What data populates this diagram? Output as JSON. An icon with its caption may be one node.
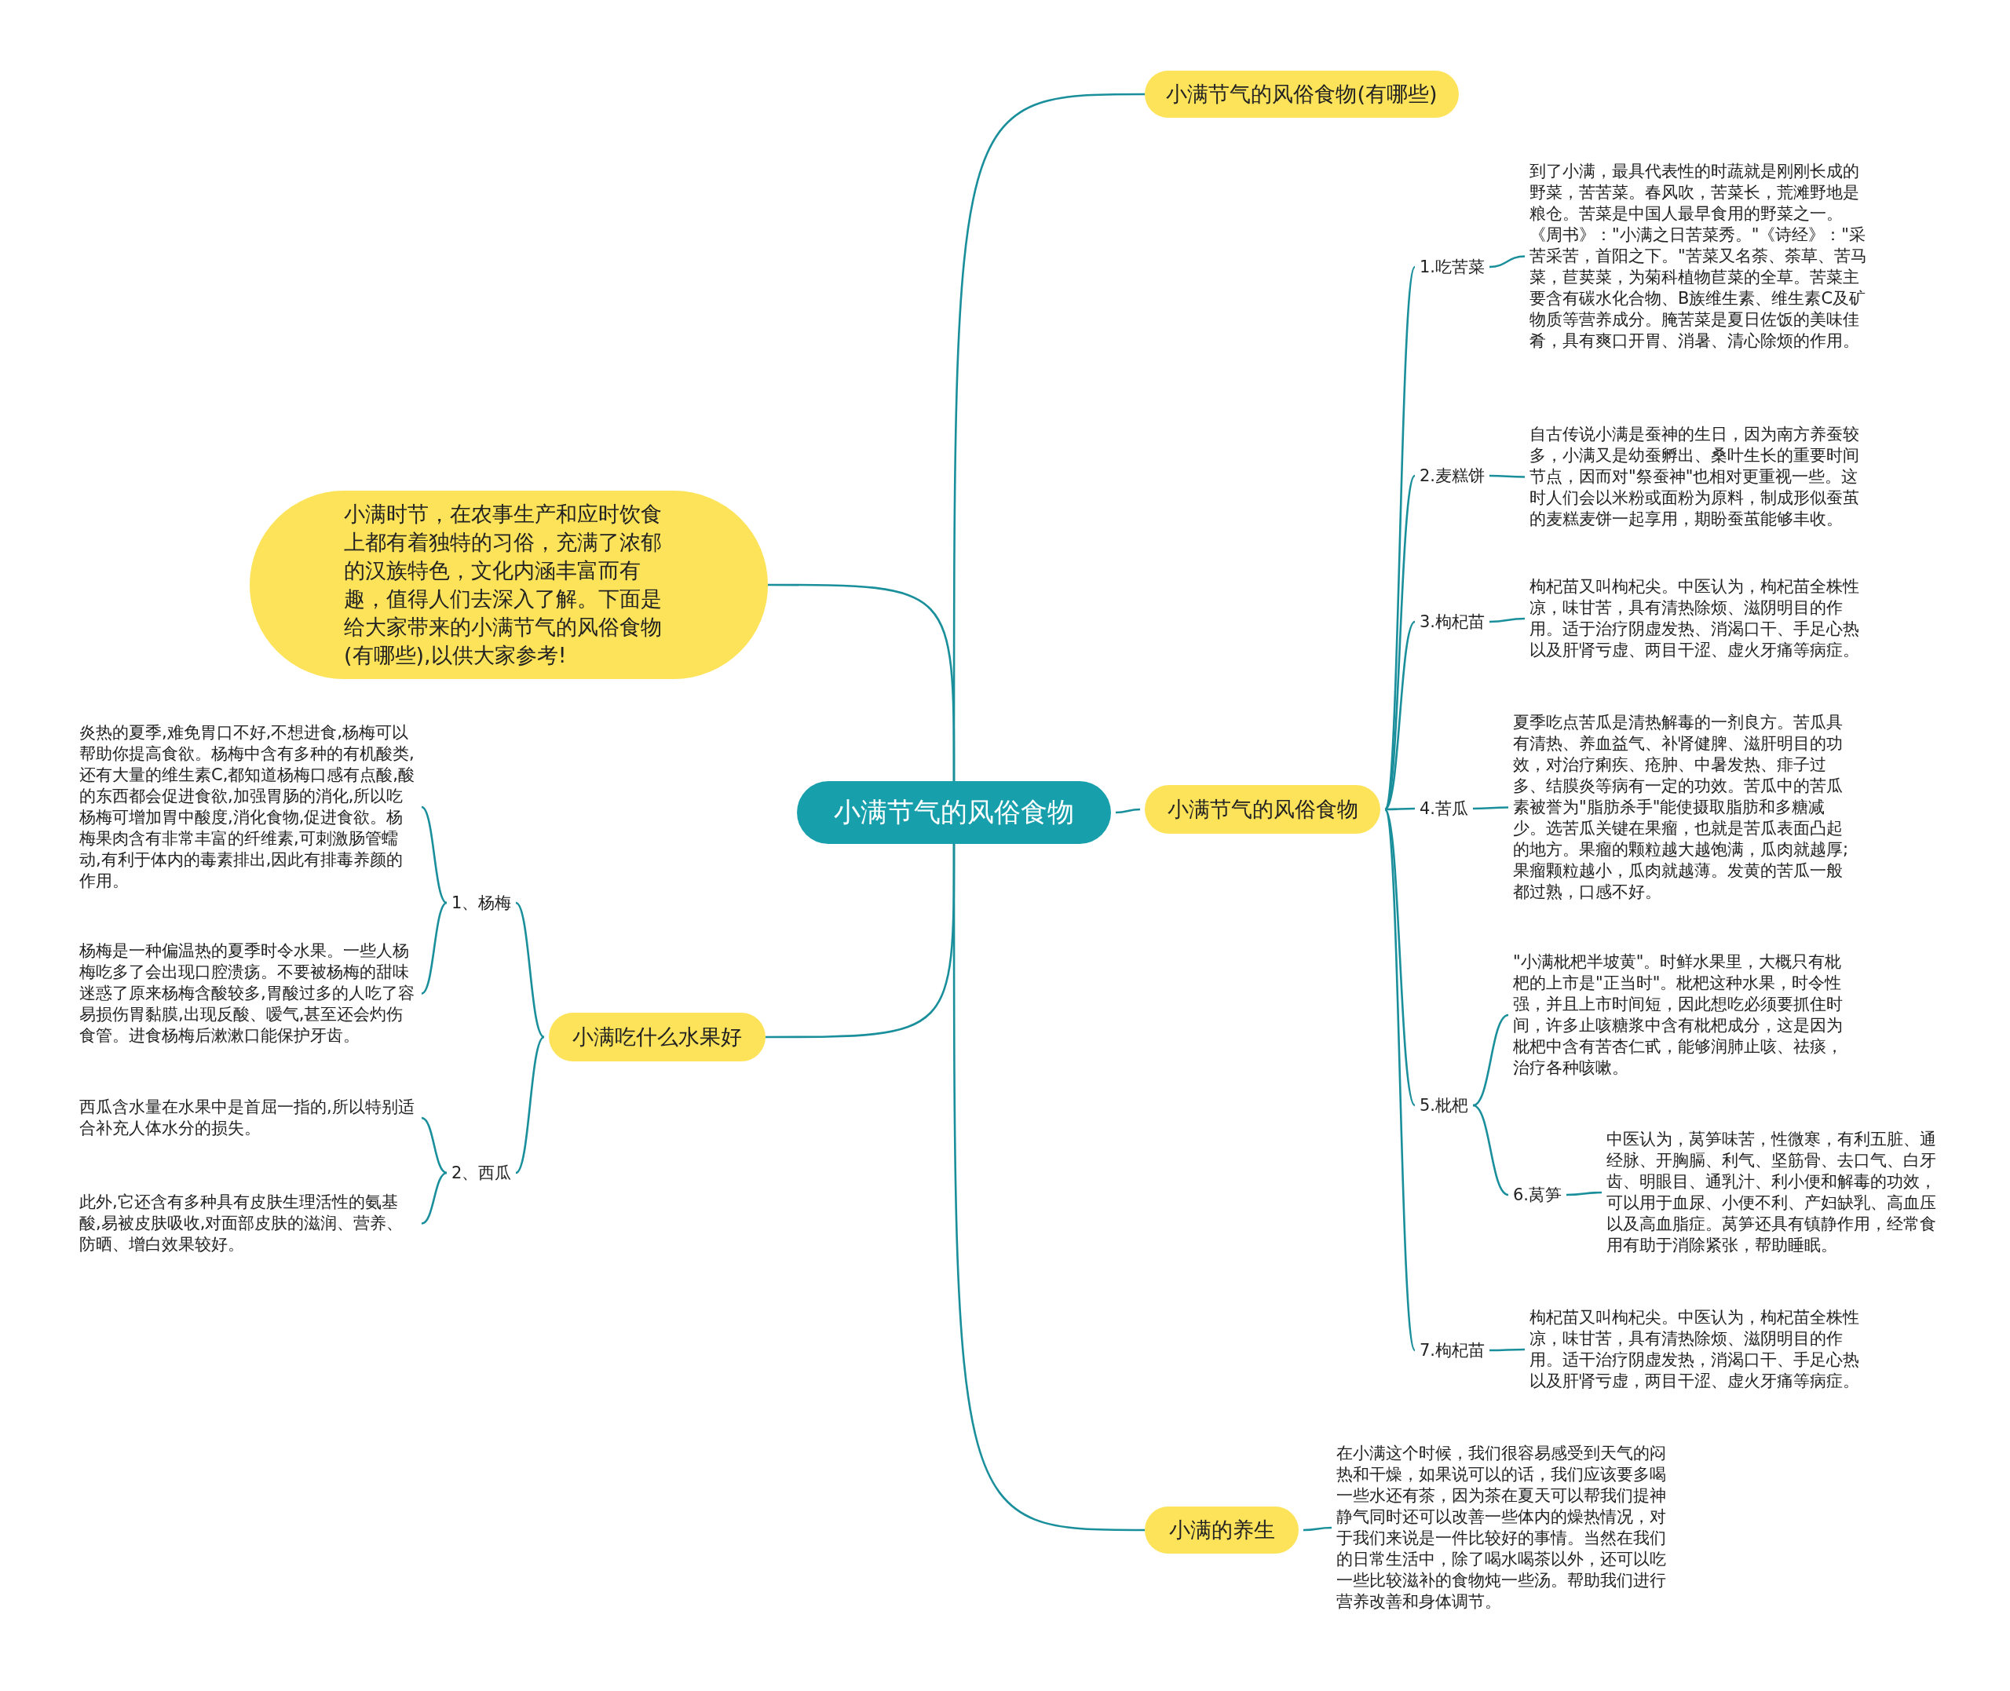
{
  "diagram": {
    "nodes": [
      {
        "text": [
          "小满节气的风俗食物"
        ]
      },
      {
        "text": [
          "小满节气的风俗食物(有哪些)"
        ]
      },
      {
        "text": [
          "小满时节，在农事生产和应时饮食上都有着独特的习俗，充满了浓郁的汉族特色，文化内涵丰富而有趣，值得人们去深入了解。下面是给大家带来的小满节气的风俗食物(有哪些),以供大家参考!"
        ]
      },
      {
        "text": [
          "小满节气的风俗食物"
        ]
      },
      {
        "text": [
          "1.吃苦菜"
        ]
      },
      {
        "text": [
          "到了小满，最具代表性的时蔬就是刚刚长成的野菜，苦苦菜。春风吹，苦菜长，荒滩野地是粮仓。苦菜是中国人最早食用的野菜之一。《周书》：\"小满之日苦菜秀。\"《诗经》：\"采苦采苦，首阳之下。\"苦菜又名荼、荼草、苦马菜，苣荬菜，为菊科植物苣菜的全草。苦菜主要含有碳水化合物、B族维生素、维生素C及矿物质等营养成分。腌苦菜是夏日佐饭的美味佳肴，具有爽口开胃、消暑、清心除烦的作用。"
        ]
      },
      {
        "text": [
          "2.麦糕饼"
        ]
      },
      {
        "text": [
          "自古传说小满是蚕神的生日，因为南方养蚕较多，小满又是幼蚕孵出、桑叶生长的重要时间节点，因而对\"祭蚕神\"也相对更重视一些。这时人们会以米粉或面粉为原料，制成形似蚕茧的麦糕麦饼一起享用，期盼蚕茧能够丰收。"
        ]
      },
      {
        "text": [
          "3.枸杞苗"
        ]
      },
      {
        "text": [
          "枸杞苗又叫枸杞尖。中医认为，枸杞苗全株性凉，味甘苦，具有清热除烦、滋阴明目的作用。适于治疗阴虚发热、消渴口干、手足心热以及肝肾亏虚、两目干涩、虚火牙痛等病症。"
        ]
      },
      {
        "text": [
          "4.苦瓜"
        ]
      },
      {
        "text": [
          "夏季吃点苦瓜是清热解毒的一剂良方。苦瓜具有清热、养血益气、补肾健脾、滋肝明目的功效，对治疗痢疾、疮肿、中暑发热、痱子过多、结膜炎等病有一定的功效。苦瓜中的苦瓜素被誉为\"脂肪杀手\"能使摄取脂肪和多糖减少。选苦瓜关键在果瘤，也就是苦瓜表面凸起的地方。果瘤的颗粒越大越饱满，瓜肉就越厚;果瘤颗粒越小，瓜肉就越薄。发黄的苦瓜一般都过熟，口感不好。"
        ]
      },
      {
        "text": [
          "5.枇杷"
        ]
      },
      {
        "text": [
          "\"小满枇杷半坡黄\"。时鲜水果里，大概只有枇杷的上市是\"正当时\"。枇杷这种水果，时令性强，并且上市时间短，因此想吃必须要抓住时间，许多止咳糖浆中含有枇杷成分，这是因为枇杷中含有苦杏仁甙，能够润肺止咳、祛痰，治疗各种咳嗽。"
        ]
      },
      {
        "text": [
          "6.莴笋"
        ]
      },
      {
        "text": [
          "中医认为，莴笋味苦，性微寒，有利五脏、通经脉、开胸膈、利气、坚筋骨、去口气、白牙齿、明眼目、通乳汁、利小便和解毒的功效，可以用于血尿、小便不利、产妇缺乳、高血压以及高血脂症。莴笋还具有镇静作用，经常食用有助于消除紧张，帮助睡眠。"
        ]
      },
      {
        "text": [
          "7.枸杞苗"
        ]
      },
      {
        "text": [
          "枸杞苗又叫枸杞尖。中医认为，枸杞苗全株性凉，味甘苦，具有清热除烦、滋阴明目的作用。适干治疗阴虚发热，消渴口干、手足心热以及肝肾亏虚，两目干涩、虚火牙痛等病症。"
        ]
      },
      {
        "text": [
          "小满吃什么水果好"
        ]
      },
      {
        "text": [
          "1、杨梅"
        ]
      },
      {
        "text": [
          "炎热的夏季,难免胃口不好,不想进食,杨梅可以帮助你提高食欲。杨梅中含有多种的有机酸类,还有大量的维生素C,都知道杨梅口感有点酸,酸的东西都会促进食欲,加强胃肠的消化,所以吃杨梅可增加胃中酸度,消化食物,促进食欲。杨梅果肉含有非常丰富的纤维素,可刺激肠管蠕动,有利于体内的毒素排出,因此有排毒养颜的作用。"
        ]
      },
      {
        "text": [
          "杨梅是一种偏温热的夏季时令水果。一些人杨梅吃多了会出现口腔溃疡。不要被杨梅的甜味迷惑了原来杨梅含酸较多,胃酸过多的人吃了容易损伤胃黏膜,出现反酸、嗳气,甚至还会灼伤食管。进食杨梅后漱漱口能保护牙齿。"
        ]
      },
      {
        "text": [
          "2、西瓜"
        ]
      },
      {
        "text": [
          "西瓜含水量在水果中是首屈一指的,所以特别适合补充人体水分的损失。"
        ]
      },
      {
        "text": [
          "此外,它还含有多种具有皮肤生理活性的氨基酸,易被皮肤吸收,对面部皮肤的滋润、营养、防晒、增白效果较好。"
        ]
      },
      {
        "text": [
          "小满的养生"
        ]
      },
      {
        "text": [
          "在小满这个时候，我们很容易感受到天气的闷热和干燥，如果说可以的话，我们应该要多喝一些水还有茶，因为茶在夏天可以帮我们提神静气同时还可以改善一些体内的燥热情况，对于我们来说是一件比较好的事情。当然在我们的日常生活中，除了喝水喝茶以外，还可以吃一些比较滋补的食物炖一些汤。帮助我们进行营养改善和身体调节。"
        ]
      }
    ],
    "edges": [
      {
        "from": 0,
        "to": 1,
        "arrow": "none"
      },
      {
        "from": 0,
        "to": 2,
        "arrow": "none"
      },
      {
        "from": 0,
        "to": 3,
        "arrow": "none"
      },
      {
        "from": 0,
        "to": 18,
        "arrow": "none"
      },
      {
        "from": 0,
        "to": 25,
        "arrow": "none"
      },
      {
        "from": 3,
        "to": 4,
        "arrow": "none"
      },
      {
        "from": 4,
        "to": 5,
        "arrow": "none"
      },
      {
        "from": 3,
        "to": 6,
        "arrow": "none"
      },
      {
        "from": 6,
        "to": 7,
        "arrow": "none"
      },
      {
        "from": 3,
        "to": 8,
        "arrow": "none"
      },
      {
        "from": 8,
        "to": 9,
        "arrow": "none"
      },
      {
        "from": 3,
        "to": 10,
        "arrow": "none"
      },
      {
        "from": 10,
        "to": 11,
        "arrow": "none"
      },
      {
        "from": 3,
        "to": 12,
        "arrow": "none"
      },
      {
        "from": 12,
        "to": 13,
        "arrow": "none"
      },
      {
        "from": 12,
        "to": 14,
        "arrow": "none"
      },
      {
        "from": 14,
        "to": 15,
        "arrow": "none"
      },
      {
        "from": 3,
        "to": 16,
        "arrow": "none"
      },
      {
        "from": 16,
        "to": 17,
        "arrow": "none"
      },
      {
        "from": 18,
        "to": 19,
        "arrow": "none"
      },
      {
        "from": 19,
        "to": 20,
        "arrow": "none"
      },
      {
        "from": 19,
        "to": 21,
        "arrow": "none"
      },
      {
        "from": 18,
        "to": 22,
        "arrow": "none"
      },
      {
        "from": 22,
        "to": 23,
        "arrow": "none"
      },
      {
        "from": 22,
        "to": 24,
        "arrow": "none"
      },
      {
        "from": 25,
        "to": 26,
        "arrow": "none"
      }
    ]
  }
}
